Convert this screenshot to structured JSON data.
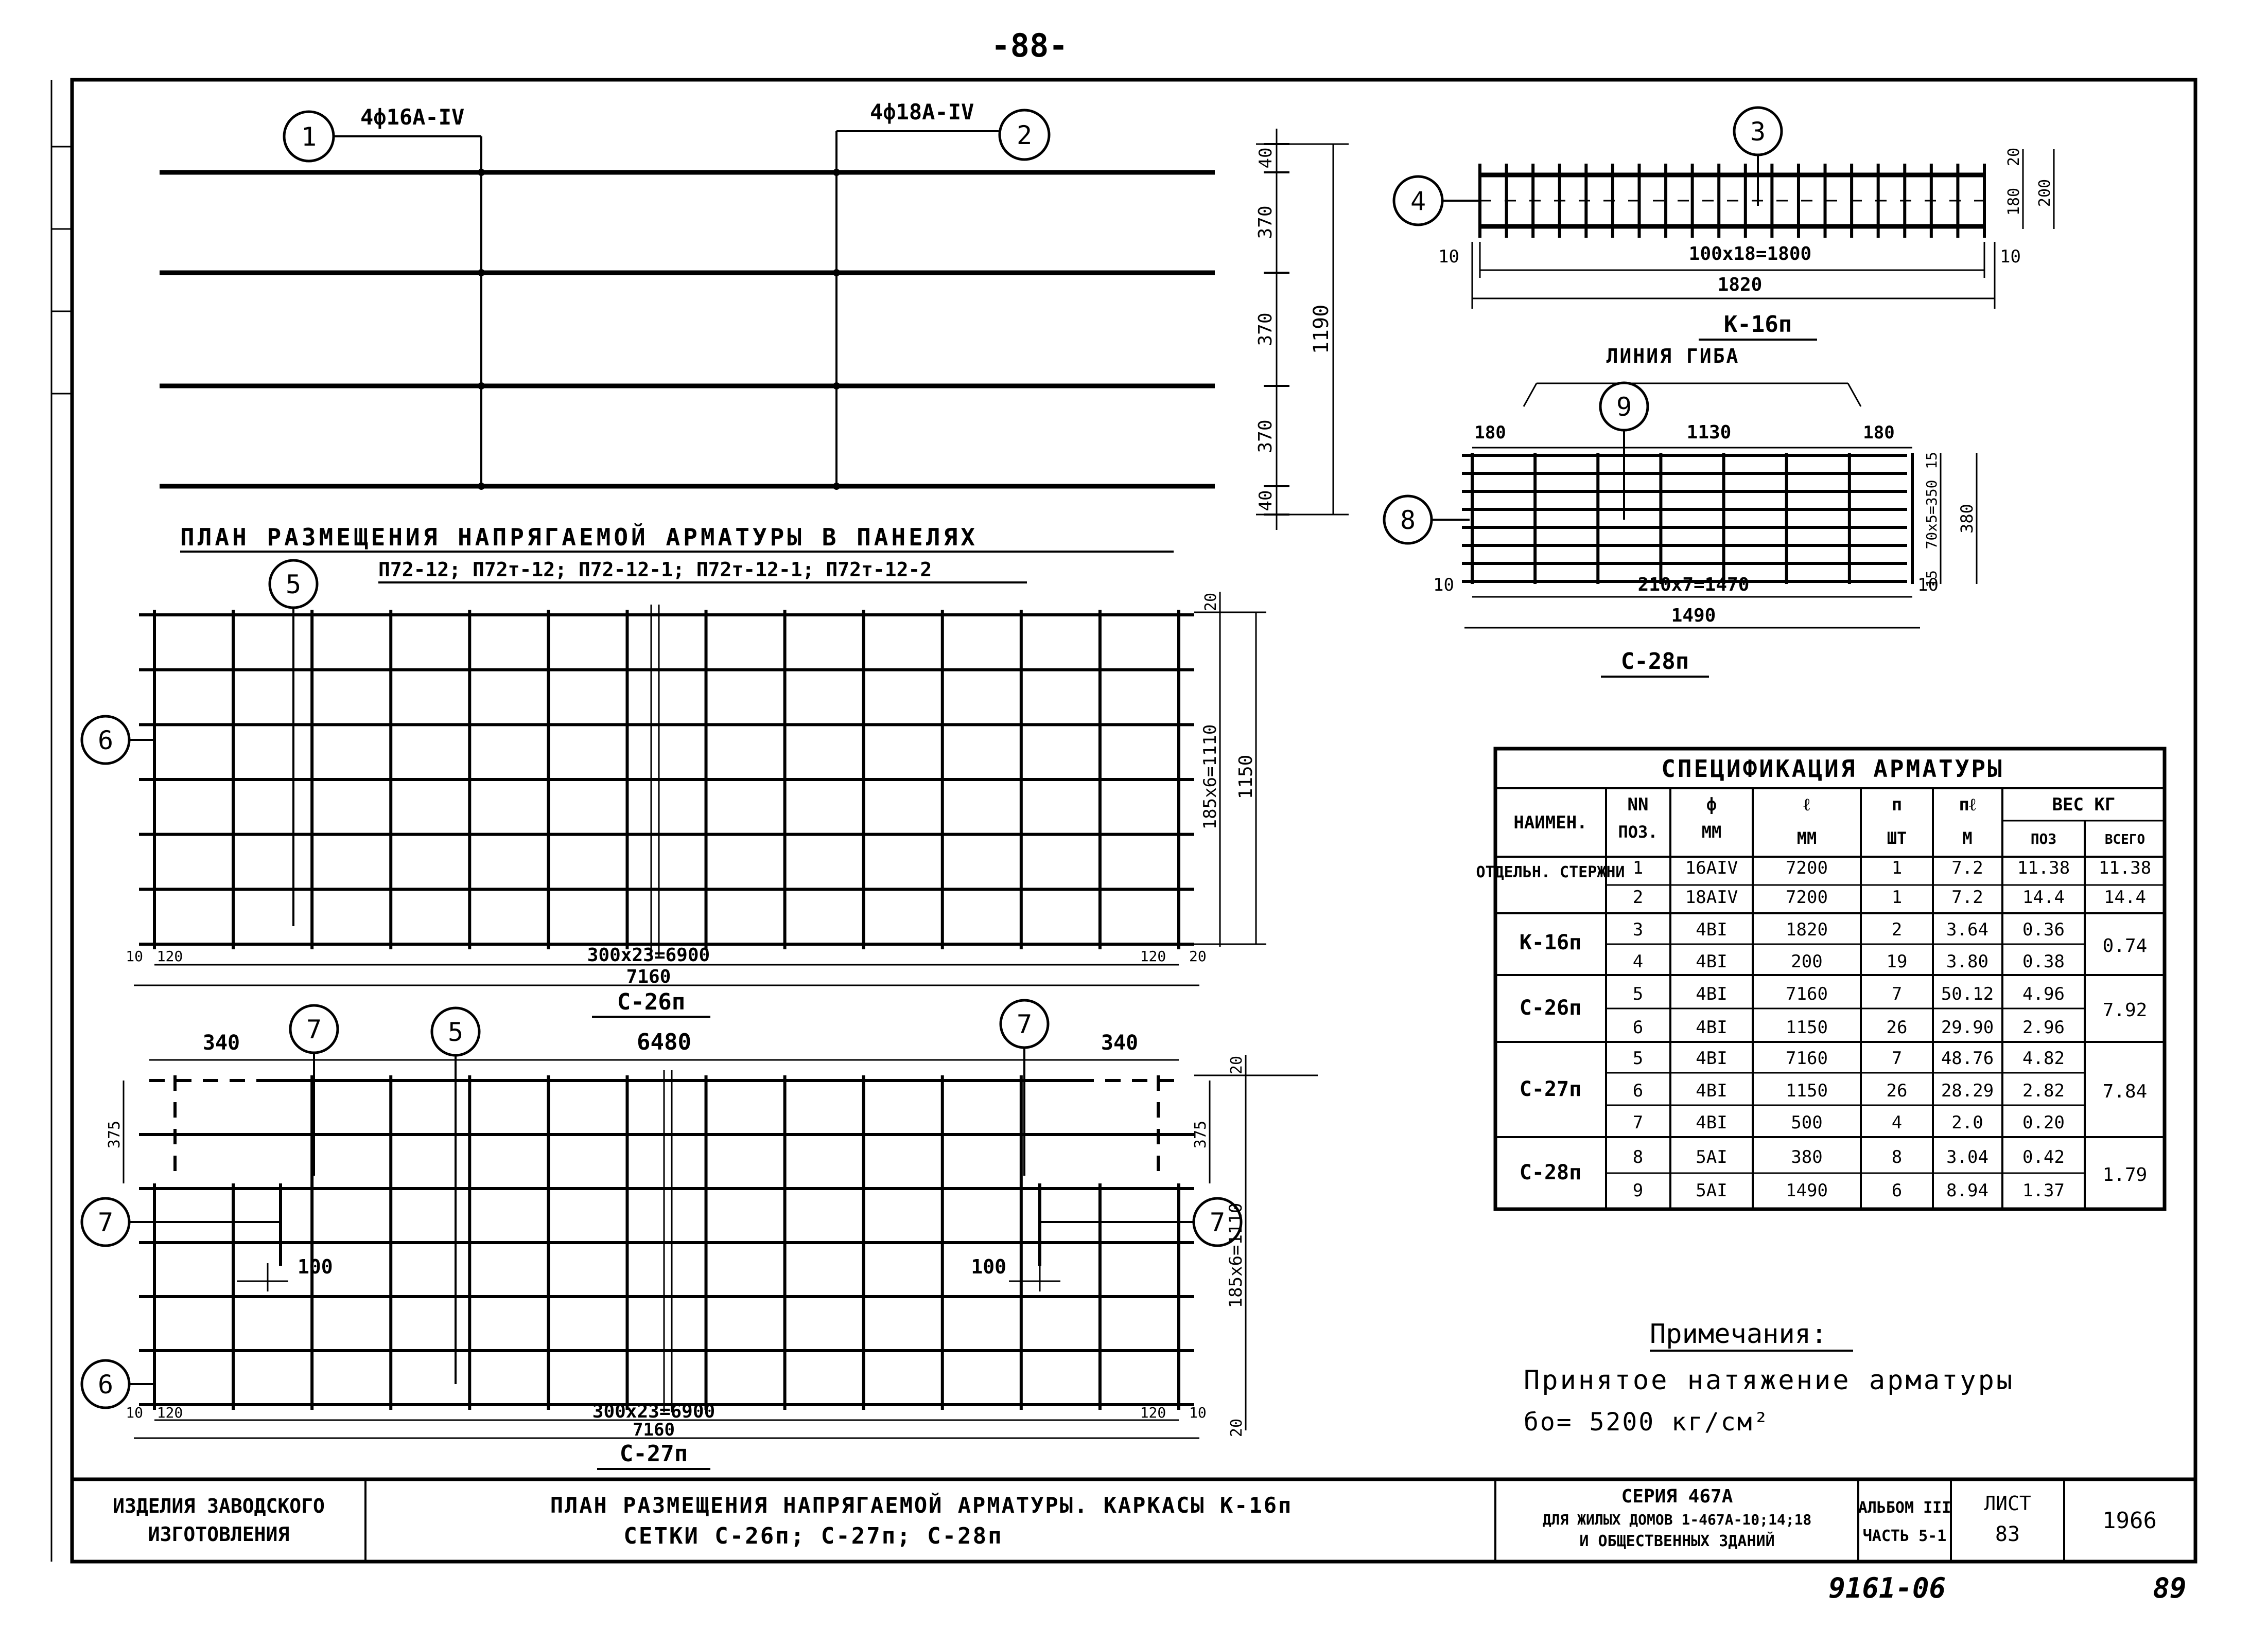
{
  "page_number_top": "-88-",
  "panel_plan": {
    "callout_1": "4ф16А-IV",
    "callout_2": "4ф18А-IV",
    "dims_right": [
      "40",
      "370",
      "370",
      "370",
      "40"
    ],
    "dim_total": "1190",
    "title": "ПЛАН РАЗМЕЩЕНИЯ НАПРЯГАЕМОЙ АРМАТУРЫ В ПАНЕЛЯХ",
    "subtitle": "П72-12; П72т-12; П72-12-1; П72т-12-1; П72т-12-2"
  },
  "k16": {
    "dim_pitch": "100х18=1800",
    "dim_total": "1820",
    "dim_edge": "10",
    "dim_h1": "20",
    "dim_h2": "180",
    "dim_h3": "200",
    "title": "К-16п"
  },
  "c28": {
    "bend_label": "ЛИНИЯ ГИБА",
    "dim_left": "180",
    "dim_mid": "1130",
    "dim_right": "180",
    "dim_pitch": "210х7=1470",
    "dim_total": "1490",
    "dim_edge": "10",
    "dim_v1": "15",
    "dim_v2": "70х5=350",
    "dim_v3": "15",
    "dim_vt": "380",
    "title": "С-28п"
  },
  "c26": {
    "dim_top": "20",
    "dim_pitch_v": "185х6=1110",
    "dim_total_v": "1150",
    "dim_pitch": "300х23=6900",
    "dim_total": "7160",
    "dim_end": "120",
    "dim_edge": "10",
    "dim_edge2": "20",
    "title": "С-26п"
  },
  "c27": {
    "dim_340_left": "340",
    "dim_340_right": "340",
    "dim_6480": "6480",
    "dim_375": "375",
    "dim_100": "100",
    "dim_pitch_v": "185х6=1110",
    "dim_top": "20",
    "dim_pitch": "300х23=6900",
    "dim_total": "7160",
    "dim_end": "120",
    "dim_edge": "10",
    "title": "С-27п"
  },
  "positions": [
    "1",
    "2",
    "3",
    "4",
    "5",
    "6",
    "7",
    "8",
    "9"
  ],
  "spec": {
    "title": "СПЕЦИФИКАЦИЯ АРМАТУРЫ",
    "headers": {
      "name": "НАИМЕН.",
      "pos_top": "NN",
      "pos_bottom": "ПОЗ.",
      "diam_top": "ф",
      "diam_bottom": "ММ",
      "len_top": "ℓ",
      "len_bottom": "ММ",
      "qty_top": "п",
      "qty_bottom": "ШТ",
      "total_len_top": "пℓ",
      "total_len_bottom": "М",
      "weight": "ВЕС КГ",
      "weight_pos": "ПОЗ",
      "weight_total": "ВСЕГО"
    },
    "groups": [
      {
        "name": "ОТДЕЛЬН. СТЕРЖНИ",
        "rows": [
          {
            "pos": "1",
            "diam": "16АIV",
            "len": "7200",
            "qty": "1",
            "total_len": "7.2",
            "w_pos": "11.38",
            "w_total": "11.38"
          },
          {
            "pos": "2",
            "diam": "18АIV",
            "len": "7200",
            "qty": "1",
            "total_len": "7.2",
            "w_pos": "14.4",
            "w_total": "14.4"
          }
        ]
      },
      {
        "name": "К-16п",
        "total": "0.74",
        "rows": [
          {
            "pos": "3",
            "diam": "4ВI",
            "len": "1820",
            "qty": "2",
            "total_len": "3.64",
            "w_pos": "0.36"
          },
          {
            "pos": "4",
            "diam": "4ВI",
            "len": "200",
            "qty": "19",
            "total_len": "3.80",
            "w_pos": "0.38"
          }
        ]
      },
      {
        "name": "С-26п",
        "total": "7.92",
        "rows": [
          {
            "pos": "5",
            "diam": "4ВI",
            "len": "7160",
            "qty": "7",
            "total_len": "50.12",
            "w_pos": "4.96"
          },
          {
            "pos": "6",
            "diam": "4ВI",
            "len": "1150",
            "qty": "26",
            "total_len": "29.90",
            "w_pos": "2.96"
          }
        ]
      },
      {
        "name": "С-27п",
        "total": "7.84",
        "rows": [
          {
            "pos": "5",
            "diam": "4ВI",
            "len": "7160",
            "qty": "7",
            "total_len": "48.76",
            "w_pos": "4.82"
          },
          {
            "pos": "6",
            "diam": "4ВI",
            "len": "1150",
            "qty": "26",
            "total_len": "28.29",
            "w_pos": "2.82"
          },
          {
            "pos": "7",
            "diam": "4ВI",
            "len": "500",
            "qty": "4",
            "total_len": "2.0",
            "w_pos": "0.20"
          }
        ]
      },
      {
        "name": "С-28п",
        "total": "1.79",
        "rows": [
          {
            "pos": "8",
            "diam": "5АI",
            "len": "380",
            "qty": "8",
            "total_len": "3.04",
            "w_pos": "0.42"
          },
          {
            "pos": "9",
            "diam": "5АI",
            "len": "1490",
            "qty": "6",
            "total_len": "8.94",
            "w_pos": "1.37"
          }
        ]
      }
    ]
  },
  "notes": {
    "title": "Примечания:",
    "line1": "Принятое натяжение арматуры",
    "line2": "бо= 5200 кг/см²"
  },
  "title_block": {
    "cell1_line1": "ИЗДЕЛИЯ ЗАВОДСКОГО",
    "cell1_line2": "ИЗГОТОВЛЕНИЯ",
    "cell2_line1": "ПЛАН РАЗМЕЩЕНИЯ НАПРЯГАЕМОЙ АРМАТУРЫ. КАРКАСЫ К-16п",
    "cell2_line2": "СЕТКИ С-26п; С-27п; С-28п",
    "cell3_line1": "СЕРИЯ 467А",
    "cell3_line2": "ДЛЯ ЖИЛЫХ ДОМОВ 1-467А-10;14;18",
    "cell3_line3": "И ОБЩЕСТВЕННЫХ ЗДАНИЙ",
    "cell4_line1": "АЛЬБОМ III",
    "cell4_line2": "ЧАСТЬ 5-1",
    "cell5_line1": "ЛИСТ",
    "cell5_line2": "83",
    "cell6": "1966"
  },
  "footer_code": "9161-06",
  "footer_page": "89"
}
